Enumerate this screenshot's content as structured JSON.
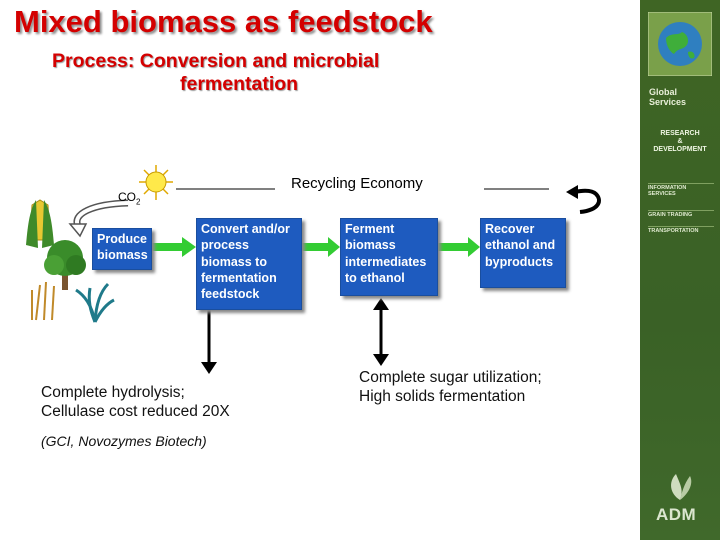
{
  "title": "Mixed biomass as feedstock",
  "subtitle": {
    "line1": "Process:  Conversion and microbial",
    "line2": "fermentation"
  },
  "recycling_label": "Recycling Economy",
  "co2": {
    "text": "CO",
    "subscript": "2"
  },
  "boxes": {
    "produce": "Produce biomass",
    "convert": "Convert and/or process biomass to fermentation feedstock",
    "ferment": "Ferment biomass intermediates to ethanol",
    "recover": "Recover ethanol and byproducts"
  },
  "notes": {
    "left": [
      "Complete hydrolysis;",
      "Cellulase cost reduced 20X"
    ],
    "left_citation": "(GCI, Novozymes Biotech)",
    "right": [
      "Complete sugar utilization;",
      "High solids fermentation"
    ]
  },
  "sidebar": {
    "global": [
      "Global",
      "Services"
    ],
    "rd": [
      "RESEARCH",
      "&",
      "DEVELOPMENT"
    ],
    "items": [
      "INFORMATION SERVICES",
      "GRAIN TRADING",
      "TRANSPORTATION"
    ],
    "logo": "ADM"
  },
  "colors": {
    "title": "#d40000",
    "box": "#1e5bbf",
    "arrow": "#33cc33",
    "sidebar": "#3f6524"
  }
}
